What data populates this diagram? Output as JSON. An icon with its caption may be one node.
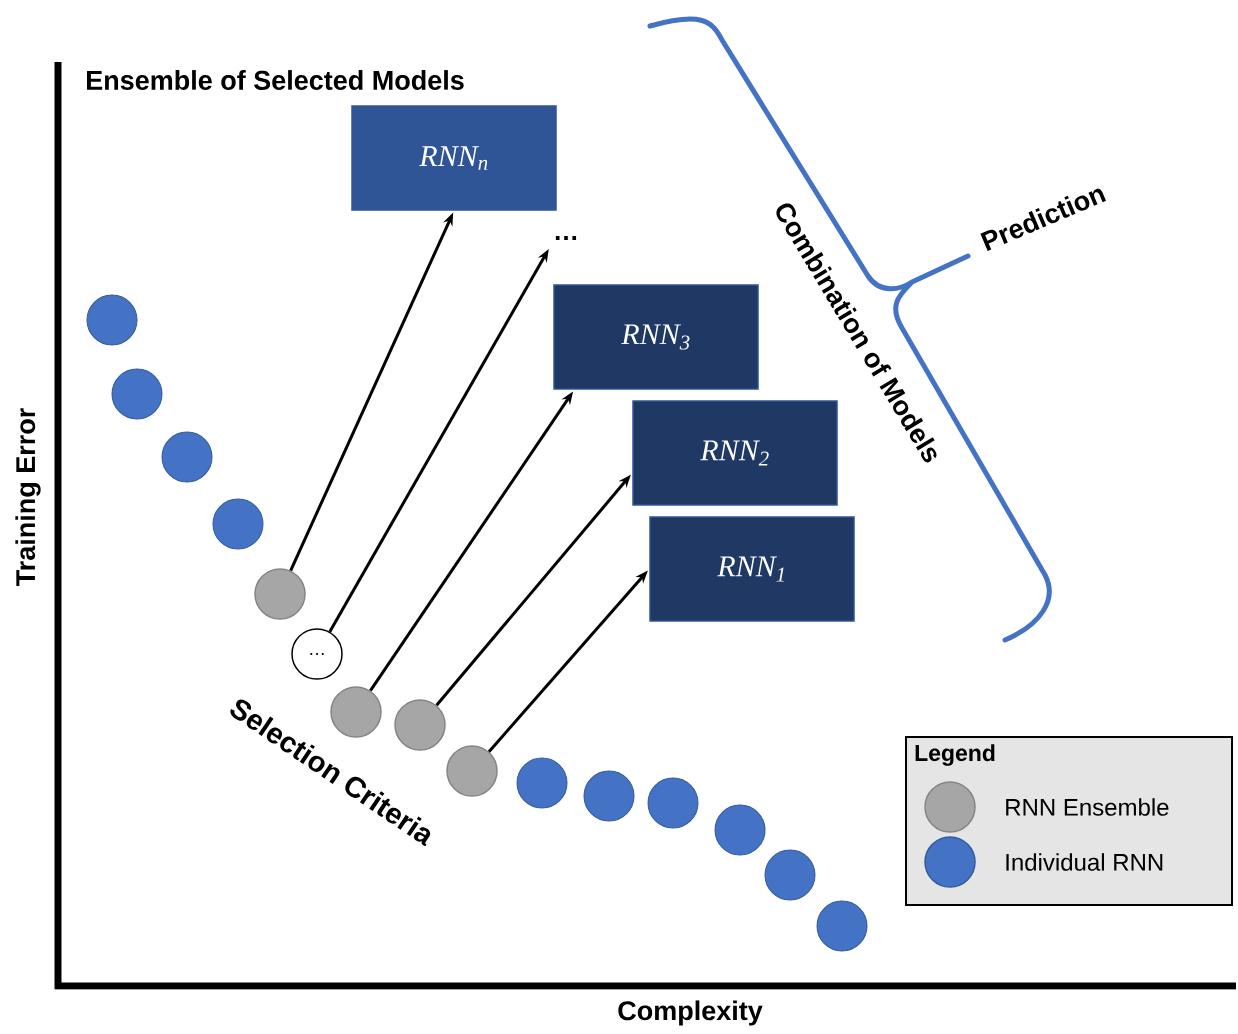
{
  "diagram": {
    "title": "Ensemble of Selected Models",
    "nodes": [
      {
        "text": [
          "RNN$_{n}$"
        ]
      },
      {
        "text": [
          "…"
        ]
      },
      {
        "text": [
          "RNN$_{3}$"
        ]
      },
      {
        "text": [
          "RNN$_{2}$"
        ]
      },
      {
        "text": [
          "RNN$_{1}$"
        ]
      },
      {
        "text": [],
        "shape": "circle"
      },
      {
        "text": [
          "…"
        ]
      },
      {
        "text": [],
        "shape": "circle"
      },
      {
        "text": [],
        "shape": "circle"
      },
      {
        "text": [],
        "shape": "circle"
      }
    ],
    "edges": [
      {
        "from": 5,
        "to": 0,
        "arrow": "to"
      },
      {
        "from": 6,
        "to": 1,
        "arrow": "to"
      },
      {
        "from": 7,
        "to": 2,
        "arrow": "to"
      },
      {
        "from": 8,
        "to": 3,
        "arrow": "to"
      },
      {
        "from": 9,
        "to": 4,
        "arrow": "to"
      }
    ],
    "labels": [
      "Combination of Models",
      "Prediction",
      "Selection Criteria",
      "Training Error",
      "Complexity",
      "Legend"
    ],
    "legend": [
      {
        "text": "RNN Ensemble",
        "color": "#a6a6a6"
      },
      {
        "text": "Individual RNN",
        "color": "#4472c4"
      }
    ]
  }
}
